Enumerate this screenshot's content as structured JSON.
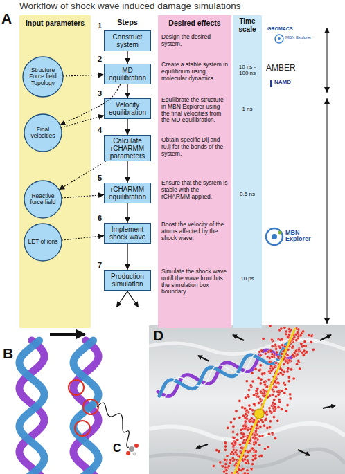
{
  "diagram": {
    "title": "Workflow of shock wave induced damage simulations",
    "nodes": [
      {
        "text": [
          "Input parameters"
        ]
      },
      {
        "text": [
          "Structure Force field Topology"
        ],
        "in": 0
      },
      {
        "text": [
          "Final velocities"
        ],
        "in": 0
      },
      {
        "text": [
          "Reactive force field"
        ],
        "in": 0
      },
      {
        "text": [
          "LET of ions"
        ],
        "in": 0
      },
      {
        "text": [
          "1",
          "Construct system"
        ]
      },
      {
        "text": [
          "2",
          "MD equilibration"
        ]
      },
      {
        "text": [
          "3",
          "Velocity equilibration"
        ]
      },
      {
        "text": [
          "4",
          "Calculate rCHARMM parameters"
        ]
      },
      {
        "text": [
          "5",
          "rCHARMM equilibration"
        ]
      },
      {
        "text": [
          "6",
          "Implement shock wave"
        ]
      },
      {
        "text": [
          "7",
          "Production simulation"
        ]
      },
      {
        "text": [
          "Desired effects",
          "Design the desired system.",
          "Create a stable system in equilibrium using molecular dynamics.",
          "Equilibrate the structure in MBN Explorer using the final velocities from the MD equilibration.",
          "Obtain specific Dij and r0,ij for the bonds of the system.",
          "Ensure that the system is stable with the rCHARMM applied.",
          "Boost the velocity of the atoms affected by the shock wave.",
          "Simulate the shock wave untill the wave front hits the simulation box boundary"
        ]
      },
      {
        "text": [
          "Time scale",
          "10 ns - 100 ns",
          "1 ns",
          "0.5 ns",
          "10 ps"
        ]
      }
    ],
    "edges": [
      {
        "from": 5,
        "to": 6,
        "arrow": "to"
      },
      {
        "from": 6,
        "to": 7,
        "arrow": "to"
      },
      {
        "from": 7,
        "to": 8,
        "arrow": "to"
      },
      {
        "from": 8,
        "to": 9,
        "arrow": "to"
      },
      {
        "from": 9,
        "to": 10,
        "arrow": "to"
      },
      {
        "from": 10,
        "to": 11,
        "arrow": "to"
      },
      {
        "from": 1,
        "to": 6,
        "arrow": "to"
      },
      {
        "from": 6,
        "to": 2,
        "arrow": "to"
      },
      {
        "from": 2,
        "to": 7,
        "arrow": "to"
      },
      {
        "from": 8,
        "to": 3,
        "arrow": "to"
      },
      {
        "from": 3,
        "to": 9,
        "arrow": "to"
      },
      {
        "from": 4,
        "to": 10,
        "arrow": "to"
      }
    ],
    "labels": [
      "A",
      "Steps",
      "GROMACS",
      "MBN Explorer",
      "AMBER",
      "NAMD",
      "MBN Explorer",
      "B",
      "C",
      "D"
    ]
  }
}
